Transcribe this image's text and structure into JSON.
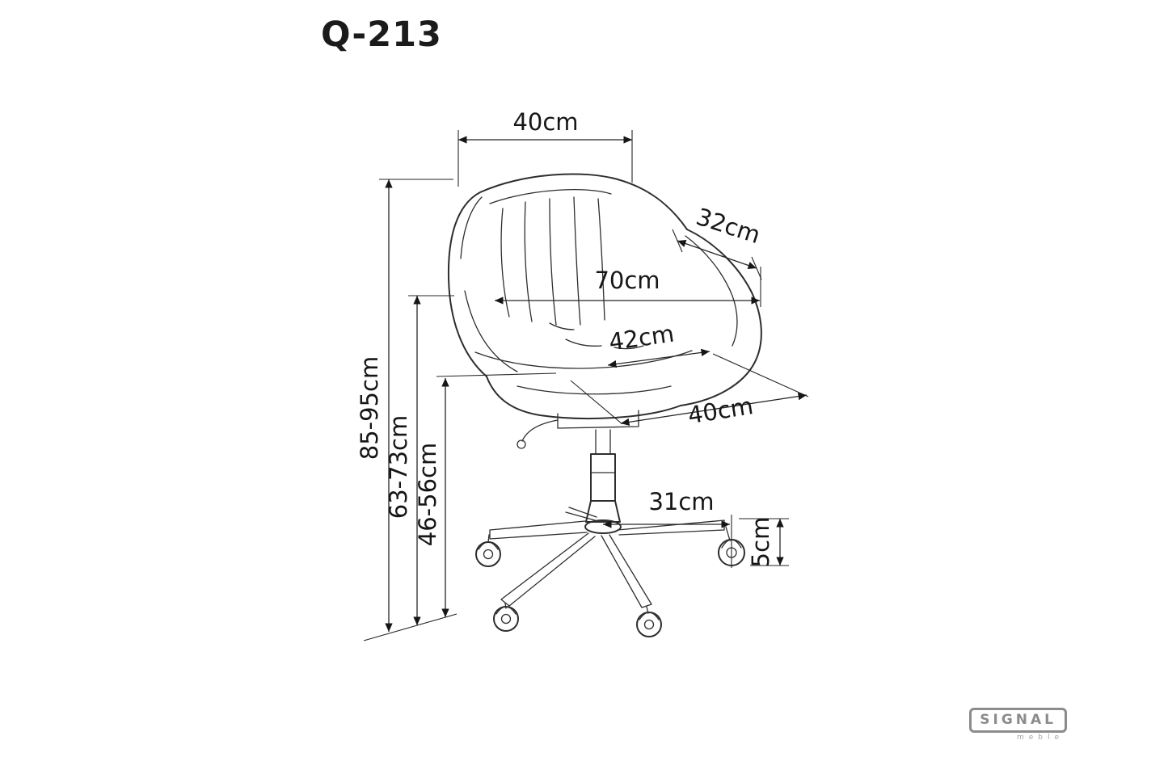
{
  "header": {
    "model": "Q-213"
  },
  "colors": {
    "background": "#ffffff",
    "ink": "#2a2a2a",
    "logo_gray": "#8c8c8c"
  },
  "dimensions": {
    "back_width_top": "40cm",
    "armrest_depth": "32cm",
    "overall_width": "70cm",
    "seat_width": "42cm",
    "seat_depth": "40cm",
    "overall_height": "85-95cm",
    "armrest_height": "63-73cm",
    "seat_height": "46-56cm",
    "base_leg_length": "31cm",
    "caster_height": "5cm"
  },
  "logo": {
    "brand": "SIGNAL",
    "subtitle": "meble"
  }
}
